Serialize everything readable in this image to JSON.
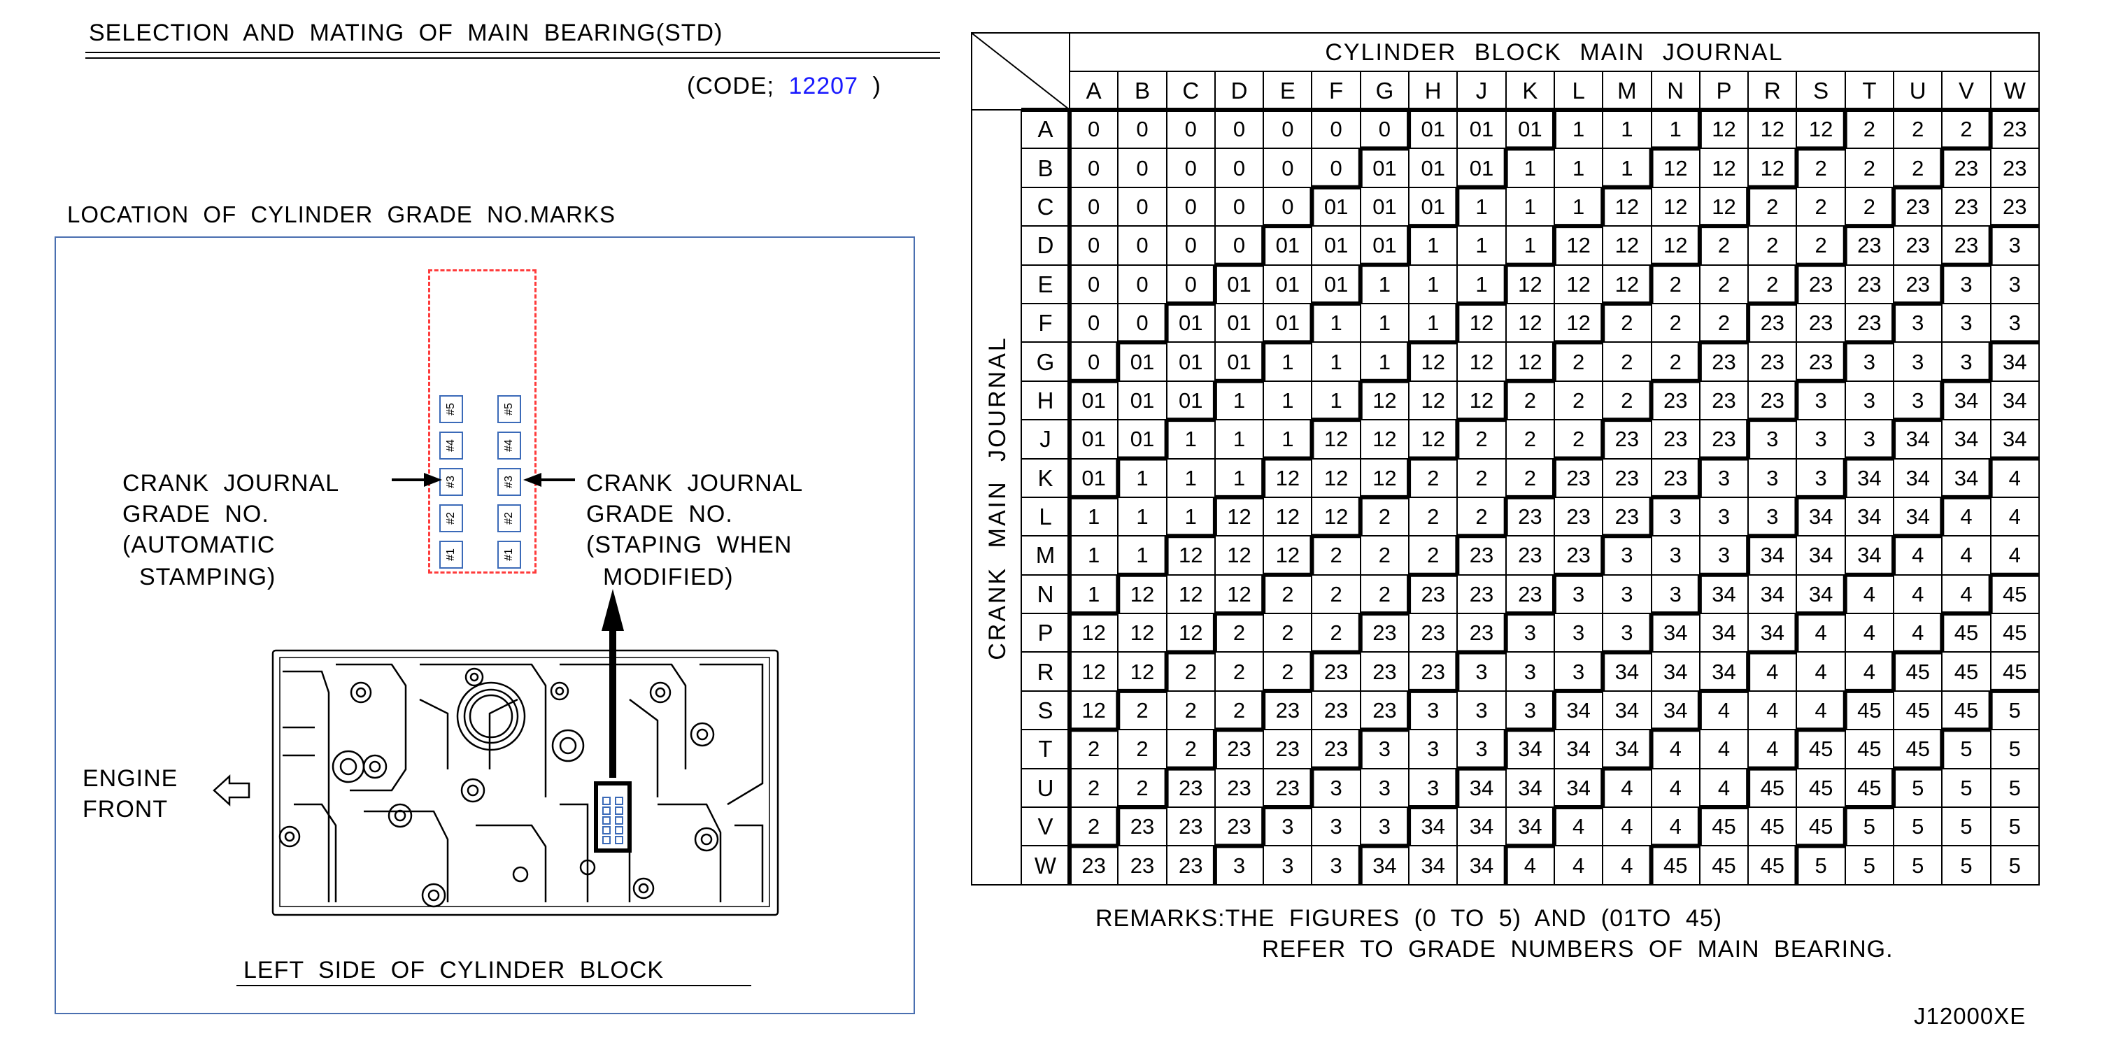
{
  "header": {
    "title": "SELECTION AND MATING OF MAIN BEARING(STD)",
    "code_prefix": "(CODE;",
    "code_value": "12207",
    "code_suffix": ")",
    "code_color": "#1a1aff"
  },
  "diagram": {
    "section_title": "LOCATION OF CYLINDER GRADE NO.MARKS",
    "left_label": [
      "CRANK JOURNAL",
      "GRADE NO.",
      "(AUTOMATIC",
      "STAMPING)"
    ],
    "right_label": [
      "CRANK JOURNAL",
      "GRADE NO.",
      "(STAPING WHEN",
      "MODIFIED)"
    ],
    "journal_marks": [
      "#5",
      "#4",
      "#3",
      "#2",
      "#1"
    ],
    "engine_front": [
      "ENGINE",
      "FRONT"
    ],
    "caption": "LEFT SIDE OF CYLINDER BLOCK",
    "frame_color": "#4a6fb0",
    "mark_zone_color": "#ff3b3b",
    "mark_color": "#3b6ab8"
  },
  "table": {
    "column_title": "CYLINDER BLOCK MAIN JOURNAL",
    "row_title": "CRANK MAIN JOURNAL",
    "columns": [
      "A",
      "B",
      "C",
      "D",
      "E",
      "F",
      "G",
      "H",
      "J",
      "K",
      "L",
      "M",
      "N",
      "P",
      "R",
      "S",
      "T",
      "U",
      "V",
      "W"
    ],
    "rows": [
      "A",
      "B",
      "C",
      "D",
      "E",
      "F",
      "G",
      "H",
      "J",
      "K",
      "L",
      "M",
      "N",
      "P",
      "R",
      "S",
      "T",
      "U",
      "V",
      "W"
    ],
    "grade_sequence": [
      "0",
      "0",
      "0",
      "0",
      "0",
      "0",
      "0",
      "01",
      "01",
      "01",
      "1",
      "1",
      "1",
      "12",
      "12",
      "12",
      "2",
      "2",
      "2",
      "23",
      "23",
      "23",
      "3",
      "3",
      "3",
      "34",
      "34",
      "34",
      "4",
      "4",
      "4",
      "45",
      "45",
      "45",
      "5",
      "5",
      "5",
      "5",
      "5",
      "5"
    ],
    "cells": [
      [
        "0",
        "0",
        "0",
        "0",
        "0",
        "0",
        "0",
        "01",
        "01",
        "01",
        "1",
        "1",
        "1",
        "12",
        "12",
        "12",
        "2",
        "2",
        "2",
        "23"
      ],
      [
        "0",
        "0",
        "0",
        "0",
        "0",
        "0",
        "01",
        "01",
        "01",
        "1",
        "1",
        "1",
        "12",
        "12",
        "12",
        "2",
        "2",
        "2",
        "23",
        "23"
      ],
      [
        "0",
        "0",
        "0",
        "0",
        "0",
        "01",
        "01",
        "01",
        "1",
        "1",
        "1",
        "12",
        "12",
        "12",
        "2",
        "2",
        "2",
        "23",
        "23",
        "23"
      ],
      [
        "0",
        "0",
        "0",
        "0",
        "01",
        "01",
        "01",
        "1",
        "1",
        "1",
        "12",
        "12",
        "12",
        "2",
        "2",
        "2",
        "23",
        "23",
        "23",
        "3"
      ],
      [
        "0",
        "0",
        "0",
        "01",
        "01",
        "01",
        "1",
        "1",
        "1",
        "12",
        "12",
        "12",
        "2",
        "2",
        "2",
        "23",
        "23",
        "23",
        "3",
        "3"
      ],
      [
        "0",
        "0",
        "01",
        "01",
        "01",
        "1",
        "1",
        "1",
        "12",
        "12",
        "12",
        "2",
        "2",
        "2",
        "23",
        "23",
        "23",
        "3",
        "3",
        "3"
      ],
      [
        "0",
        "01",
        "01",
        "01",
        "1",
        "1",
        "1",
        "12",
        "12",
        "12",
        "2",
        "2",
        "2",
        "23",
        "23",
        "23",
        "3",
        "3",
        "3",
        "34"
      ],
      [
        "01",
        "01",
        "01",
        "1",
        "1",
        "1",
        "12",
        "12",
        "12",
        "2",
        "2",
        "2",
        "23",
        "23",
        "23",
        "3",
        "3",
        "3",
        "34",
        "34"
      ],
      [
        "01",
        "01",
        "1",
        "1",
        "1",
        "12",
        "12",
        "12",
        "2",
        "2",
        "2",
        "23",
        "23",
        "23",
        "3",
        "3",
        "3",
        "34",
        "34",
        "34"
      ],
      [
        "01",
        "1",
        "1",
        "1",
        "12",
        "12",
        "12",
        "2",
        "2",
        "2",
        "23",
        "23",
        "23",
        "3",
        "3",
        "3",
        "34",
        "34",
        "34",
        "4"
      ],
      [
        "1",
        "1",
        "1",
        "12",
        "12",
        "12",
        "2",
        "2",
        "2",
        "23",
        "23",
        "23",
        "3",
        "3",
        "3",
        "34",
        "34",
        "34",
        "4",
        "4"
      ],
      [
        "1",
        "1",
        "12",
        "12",
        "12",
        "2",
        "2",
        "2",
        "23",
        "23",
        "23",
        "3",
        "3",
        "3",
        "34",
        "34",
        "34",
        "4",
        "4",
        "4"
      ],
      [
        "1",
        "12",
        "12",
        "12",
        "2",
        "2",
        "2",
        "23",
        "23",
        "23",
        "3",
        "3",
        "3",
        "34",
        "34",
        "34",
        "4",
        "4",
        "4",
        "45"
      ],
      [
        "12",
        "12",
        "12",
        "2",
        "2",
        "2",
        "23",
        "23",
        "23",
        "3",
        "3",
        "3",
        "34",
        "34",
        "34",
        "4",
        "4",
        "4",
        "45",
        "45"
      ],
      [
        "12",
        "12",
        "2",
        "2",
        "2",
        "23",
        "23",
        "23",
        "3",
        "3",
        "3",
        "34",
        "34",
        "34",
        "4",
        "4",
        "4",
        "45",
        "45",
        "45"
      ],
      [
        "12",
        "2",
        "2",
        "2",
        "23",
        "23",
        "23",
        "3",
        "3",
        "3",
        "34",
        "34",
        "34",
        "4",
        "4",
        "4",
        "45",
        "45",
        "45",
        "5"
      ],
      [
        "2",
        "2",
        "2",
        "23",
        "23",
        "23",
        "3",
        "3",
        "3",
        "34",
        "34",
        "34",
        "4",
        "4",
        "4",
        "45",
        "45",
        "45",
        "5",
        "5"
      ],
      [
        "2",
        "2",
        "23",
        "23",
        "23",
        "3",
        "3",
        "3",
        "34",
        "34",
        "34",
        "4",
        "4",
        "4",
        "45",
        "45",
        "45",
        "5",
        "5",
        "5"
      ],
      [
        "2",
        "23",
        "23",
        "23",
        "3",
        "3",
        "3",
        "34",
        "34",
        "34",
        "4",
        "4",
        "4",
        "45",
        "45",
        "45",
        "5",
        "5",
        "5",
        "5"
      ],
      [
        "23",
        "23",
        "23",
        "3",
        "3",
        "3",
        "34",
        "34",
        "34",
        "4",
        "4",
        "4",
        "45",
        "45",
        "45",
        "5",
        "5",
        "5",
        "5",
        "5"
      ]
    ]
  },
  "remarks": {
    "line1": "REMARKS:THE FIGURES (0 TO 5) AND (01TO 45)",
    "line2": "REFER TO GRADE NUMBERS OF MAIN BEARING."
  },
  "figure_id": "J12000XE"
}
